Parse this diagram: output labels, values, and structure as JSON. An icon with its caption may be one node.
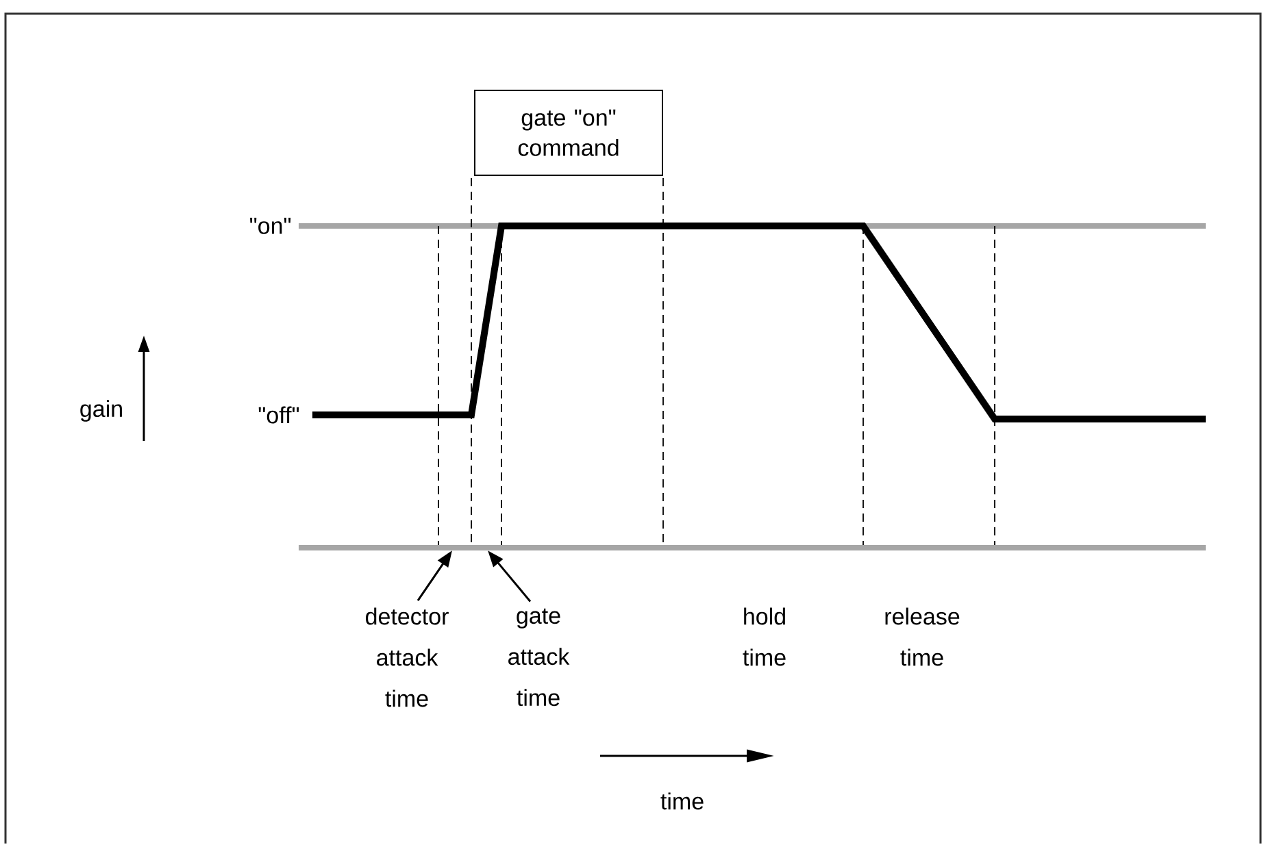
{
  "diagram": {
    "nodes": [
      {
        "text": [
          "gate \"on\" command"
        ]
      },
      {
        "text": [
          "detector attack time"
        ]
      },
      {
        "text": [
          "gate attack time"
        ]
      }
    ],
    "edges": [
      {
        "from": 1,
        "to": null,
        "arrow": "to"
      },
      {
        "from": 2,
        "to": null,
        "arrow": "to"
      }
    ],
    "labels": [
      "\"on\"",
      "gain",
      "\"off\"",
      "hold time",
      "release time",
      "time"
    ]
  }
}
